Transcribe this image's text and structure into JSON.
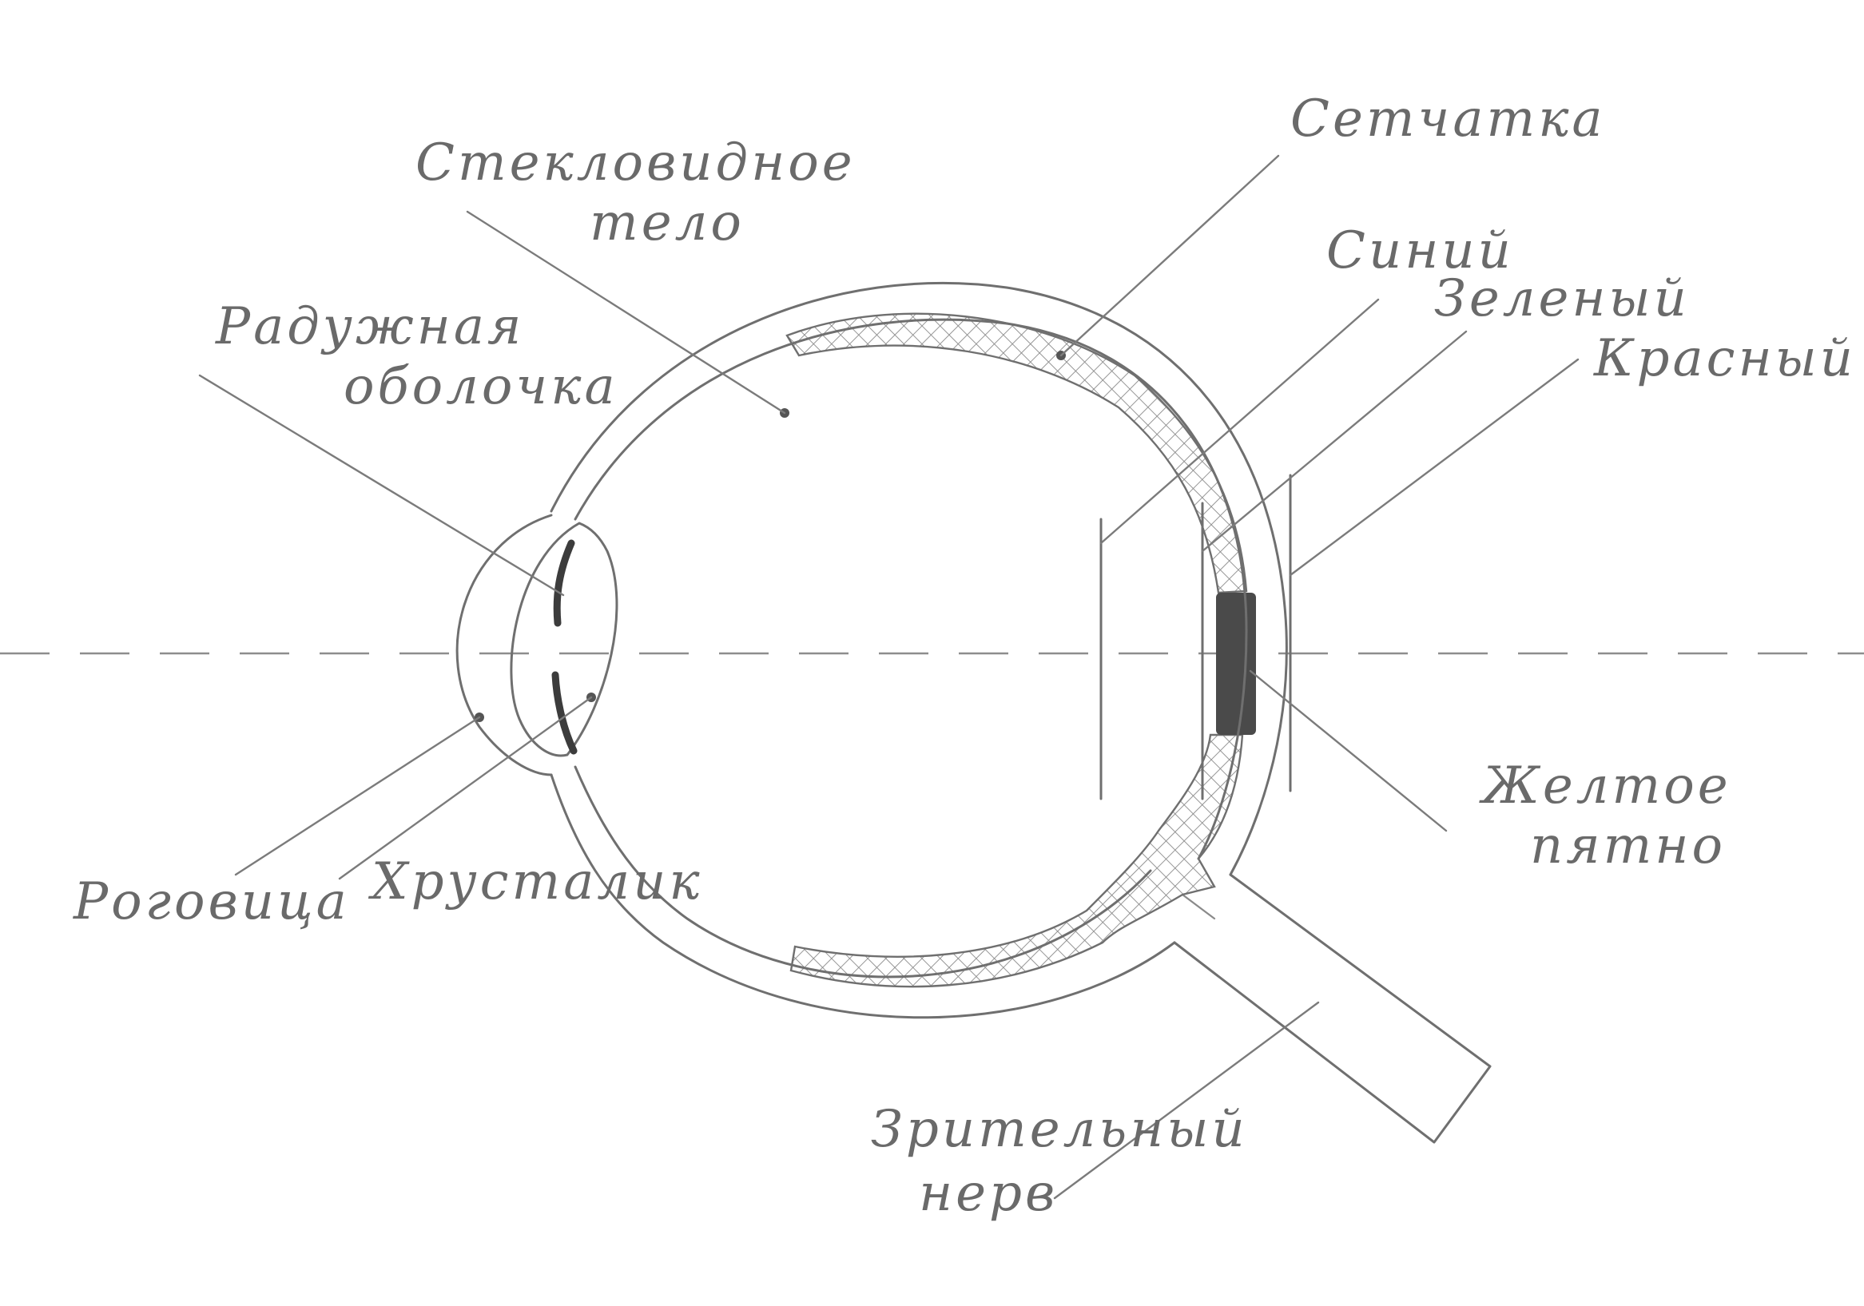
{
  "labels": {
    "vitreous_line1": "Стекловидное",
    "vitreous_line2": "тело",
    "retina": "Сетчатка",
    "blue": "Синий",
    "green": "Зеленый",
    "red": "Красный",
    "iris_line1": "Радужная",
    "iris_line2": "оболочка",
    "macula_line1": "Желтое",
    "macula_line2": "пятно",
    "cornea": "Роговица",
    "lens": "Хрусталик",
    "optic_nerve_line1": "Зрительный",
    "optic_nerve_line2": "нерв"
  },
  "colors": {
    "pencil": "#6f6f6f",
    "pencil_dark": "#3c3c3c",
    "hatch": "#8a8a8a",
    "background": "#ffffff"
  }
}
